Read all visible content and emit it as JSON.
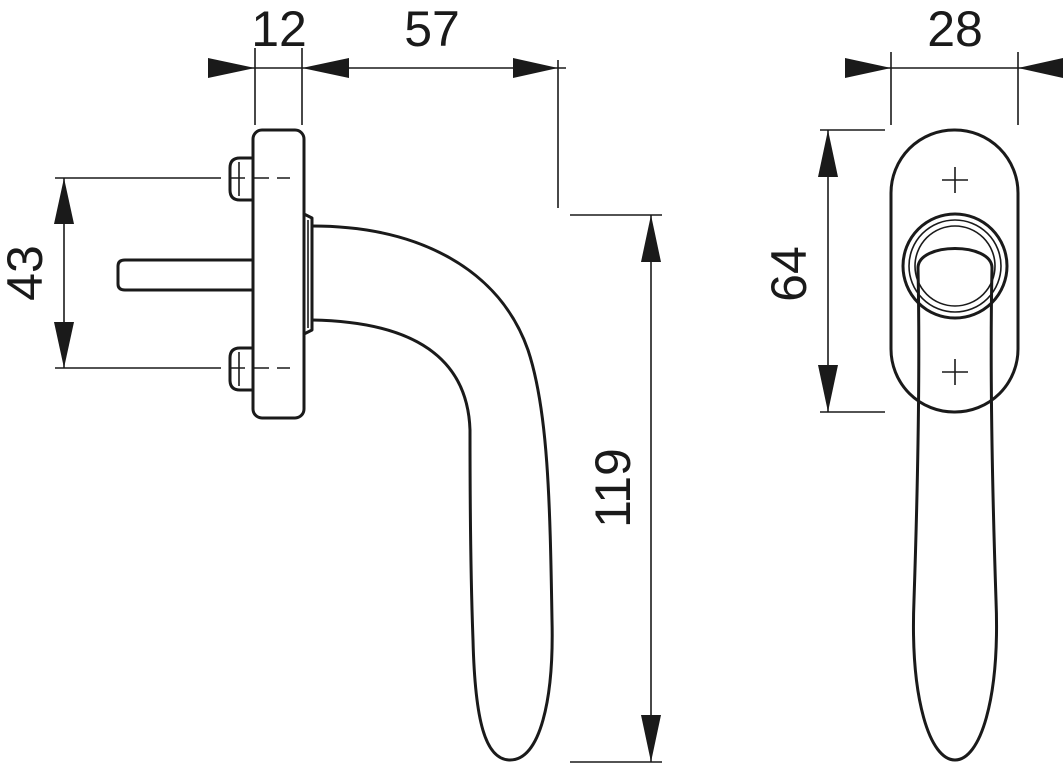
{
  "drawing": {
    "side_view": {
      "dim_rose_thickness": "12",
      "dim_projection": "57",
      "dim_screw_spacing": "43",
      "dim_lever_length": "119"
    },
    "front_view": {
      "dim_rose_width": "28",
      "dim_rose_height": "64"
    }
  }
}
